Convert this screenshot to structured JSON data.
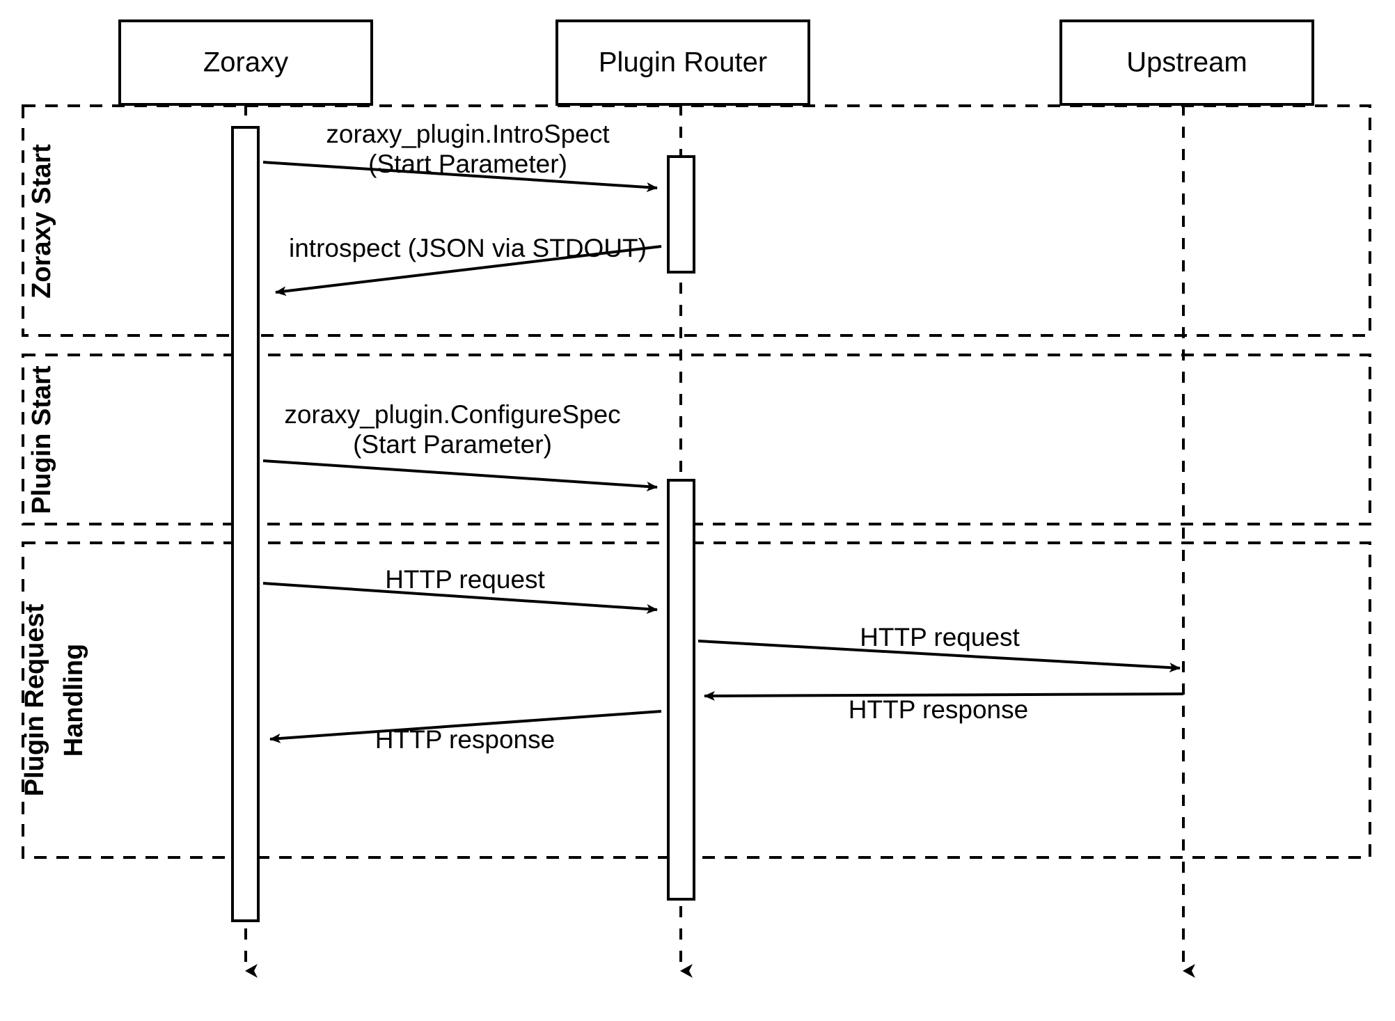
{
  "diagram": {
    "type": "uml-sequence-diagram",
    "participants": [
      {
        "id": "zoraxy",
        "label": "Zoraxy"
      },
      {
        "id": "plugin_router",
        "label": "Plugin Router"
      },
      {
        "id": "upstream",
        "label": "Upstream"
      }
    ],
    "frames": [
      {
        "id": "frame_zoraxy_start",
        "label": "Zoraxy Start"
      },
      {
        "id": "frame_plugin_start",
        "label": "Plugin Start"
      },
      {
        "id": "frame_plugin_request_handling",
        "label_line1": "Plugin Request",
        "label_line2": "Handling"
      }
    ],
    "messages": [
      {
        "id": "msg_introspect_call",
        "from": "zoraxy",
        "to": "plugin_router",
        "label_line1": "zoraxy_plugin.IntroSpect",
        "label_line2": "(Start Parameter)",
        "direction": "right"
      },
      {
        "id": "msg_introspect_return",
        "from": "plugin_router",
        "to": "zoraxy",
        "label_line1": "introspect (JSON via STDOUT)",
        "direction": "left"
      },
      {
        "id": "msg_configurespec_call",
        "from": "zoraxy",
        "to": "plugin_router",
        "label_line1": "zoraxy_plugin.ConfigureSpec",
        "label_line2": "(Start Parameter)",
        "direction": "right"
      },
      {
        "id": "msg_http_request_zoraxy_to_router",
        "from": "zoraxy",
        "to": "plugin_router",
        "label_line1": "HTTP request",
        "direction": "right"
      },
      {
        "id": "msg_http_request_router_to_upstream",
        "from": "plugin_router",
        "to": "upstream",
        "label_line1": "HTTP request",
        "direction": "right"
      },
      {
        "id": "msg_http_response_upstream_to_router",
        "from": "upstream",
        "to": "plugin_router",
        "label_line1": "HTTP response",
        "direction": "left"
      },
      {
        "id": "msg_http_response_router_to_zoraxy",
        "from": "plugin_router",
        "to": "zoraxy",
        "label_line1": "HTTP response",
        "direction": "left"
      }
    ],
    "colors": {
      "stroke": "#000000",
      "background": "#ffffff",
      "fill": "#ffffff"
    }
  }
}
